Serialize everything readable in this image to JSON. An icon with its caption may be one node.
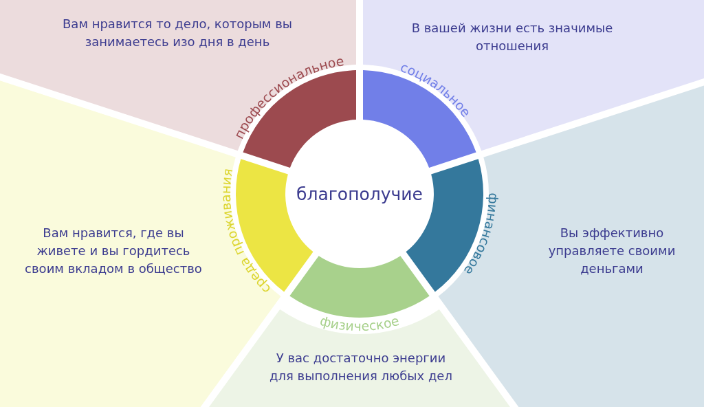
{
  "diagram": {
    "nodes": [
      {
        "text": [
          "благополучие"
        ]
      },
      {
        "text": [
          "профессиональное"
        ]
      },
      {
        "text": [
          "социальное"
        ]
      },
      {
        "text": [
          "финансовое"
        ]
      },
      {
        "text": [
          "физическое"
        ]
      },
      {
        "text": [
          "среда проживания"
        ]
      },
      {
        "text": [
          "Вам нравится то дело, которым вы занимаетесь изо дня в день"
        ]
      },
      {
        "text": [
          "В вашей жизни есть значимые отношения"
        ]
      },
      {
        "text": [
          "Вы эффективно управляете своими деньгами"
        ]
      },
      {
        "text": [
          "У вас достаточно энергии для выполнения любых дел"
        ]
      },
      {
        "text": [
          "Вам нравится, где вы живете и вы гордитесь своим вкладом в общество"
        ]
      }
    ],
    "edges": []
  }
}
